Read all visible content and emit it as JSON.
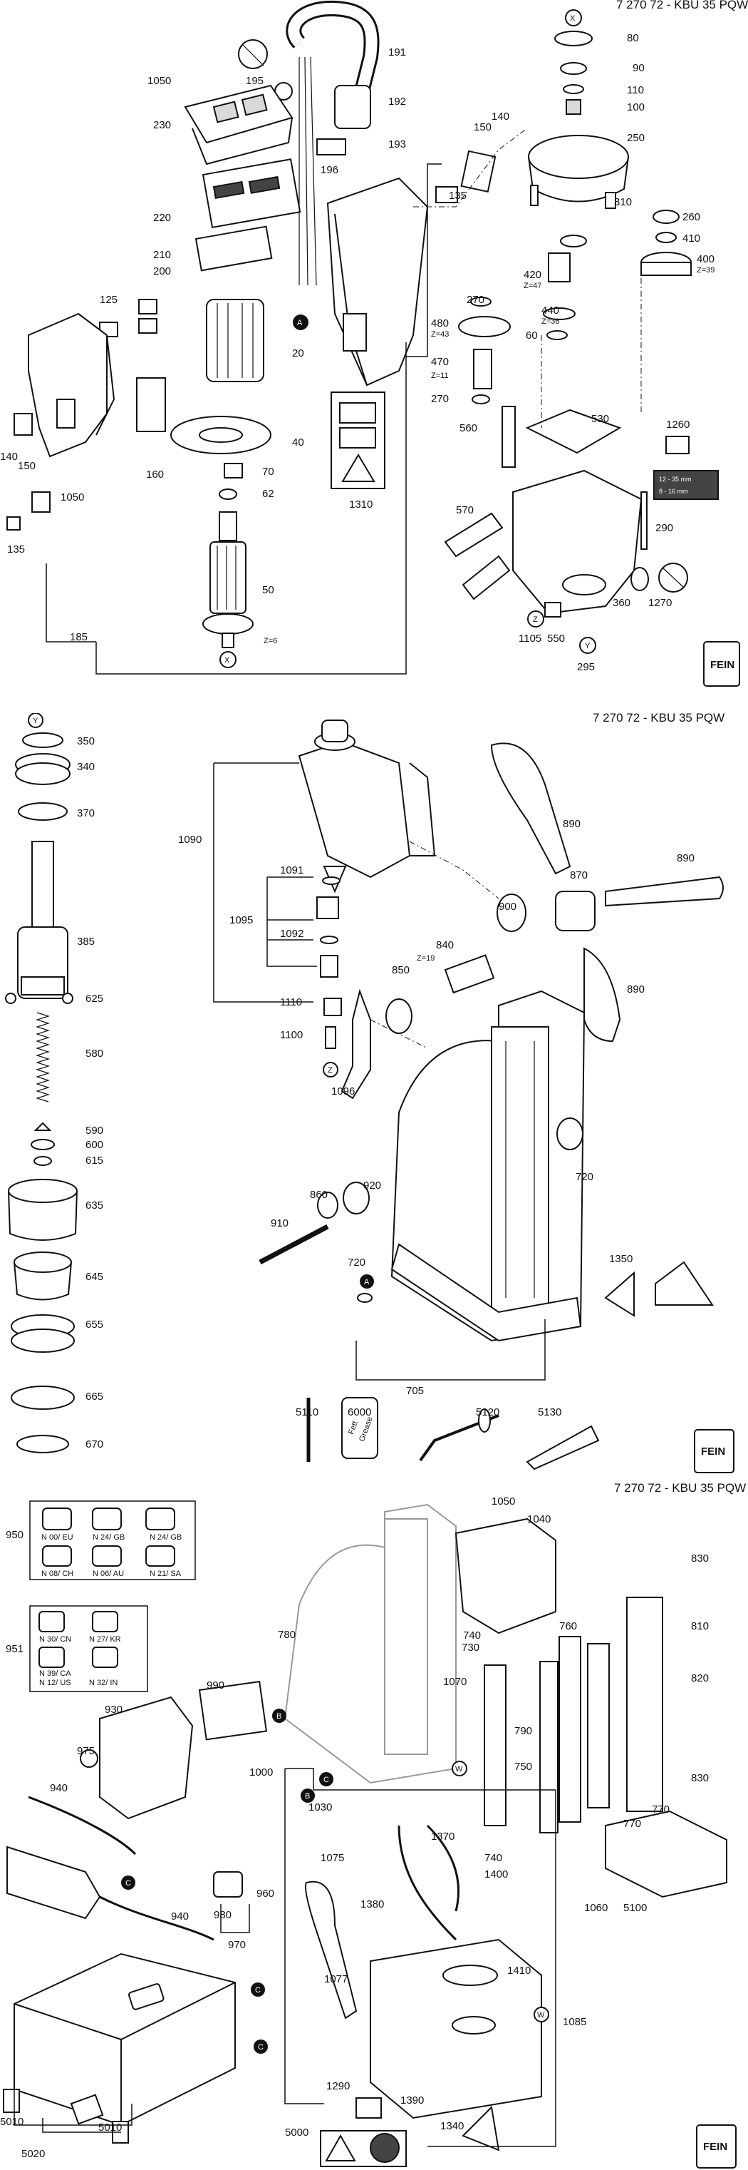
{
  "sheets": [
    {
      "title": "7 270 72 - KBU 35 PQW",
      "labels": [
        "80",
        "90",
        "110",
        "100",
        "250",
        "191",
        "192",
        "193",
        "195",
        "196",
        "1050",
        "230",
        "220",
        "210",
        "200",
        "125",
        "20",
        "40",
        "70",
        "62",
        "50",
        "185",
        "140",
        "150",
        "135",
        "1050",
        "160",
        "1310",
        "150",
        "140",
        "135",
        "310",
        "260",
        "410",
        "400",
        "Z=39",
        "420",
        "Z=47",
        "440",
        "Z=36",
        "270",
        "60",
        "480",
        "Z=43",
        "470",
        "Z=11",
        "270",
        "560",
        "530",
        "1260",
        "290",
        "570",
        "1270",
        "360",
        "550",
        "1105",
        "295",
        "Z=6"
      ],
      "callouts": [
        "X",
        "A",
        "X",
        "Y",
        "Z"
      ],
      "spec_plate": [
        "12 - 35 mm",
        "8 - 16 mm"
      ]
    },
    {
      "title": "7 270 72 - KBU 35 PQW",
      "labels": [
        "350",
        "340",
        "370",
        "385",
        "625",
        "580",
        "590",
        "600",
        "615",
        "635",
        "645",
        "655",
        "665",
        "670",
        "1090",
        "1091",
        "1095",
        "1092",
        "1110",
        "1100",
        "1096",
        "890",
        "870",
        "890",
        "900",
        "840",
        "Z=19",
        "850",
        "890",
        "720",
        "1350",
        "920",
        "860",
        "910",
        "720",
        "705",
        "5110",
        "6000",
        "5120",
        "5130"
      ],
      "callouts": [
        "Y",
        "Z",
        "A"
      ],
      "grease_label": [
        "Fett",
        "Grease"
      ]
    },
    {
      "title": "7 270 72 - KBU 35 PQW",
      "plugs_950": [
        "N 00/ EU",
        "N 24/ GB",
        "N 24/ GB",
        "N 08/ CH",
        "N 06/ AU",
        "N 21/ SA"
      ],
      "plugs_951": [
        "N 30/ CN",
        "N 27/ KR",
        "N 39/ CA",
        "N 12/ US",
        "N 32/ IN"
      ],
      "labels": [
        "950",
        "951",
        "1050",
        "1040",
        "830",
        "810",
        "820",
        "830",
        "780",
        "740",
        "730",
        "1070",
        "760",
        "790",
        "750",
        "990",
        "930",
        "975",
        "940",
        "1000",
        "1030",
        "1075",
        "1370",
        "740",
        "1400",
        "1380",
        "1410",
        "960",
        "980",
        "970",
        "940",
        "1077",
        "1085",
        "770",
        "770",
        "1060",
        "5100",
        "5010",
        "5020",
        "5010",
        "5000",
        "1290",
        "1390",
        "1340"
      ],
      "callouts": [
        "B",
        "C",
        "W",
        "B",
        "C",
        "C",
        "C",
        "W"
      ]
    }
  ]
}
